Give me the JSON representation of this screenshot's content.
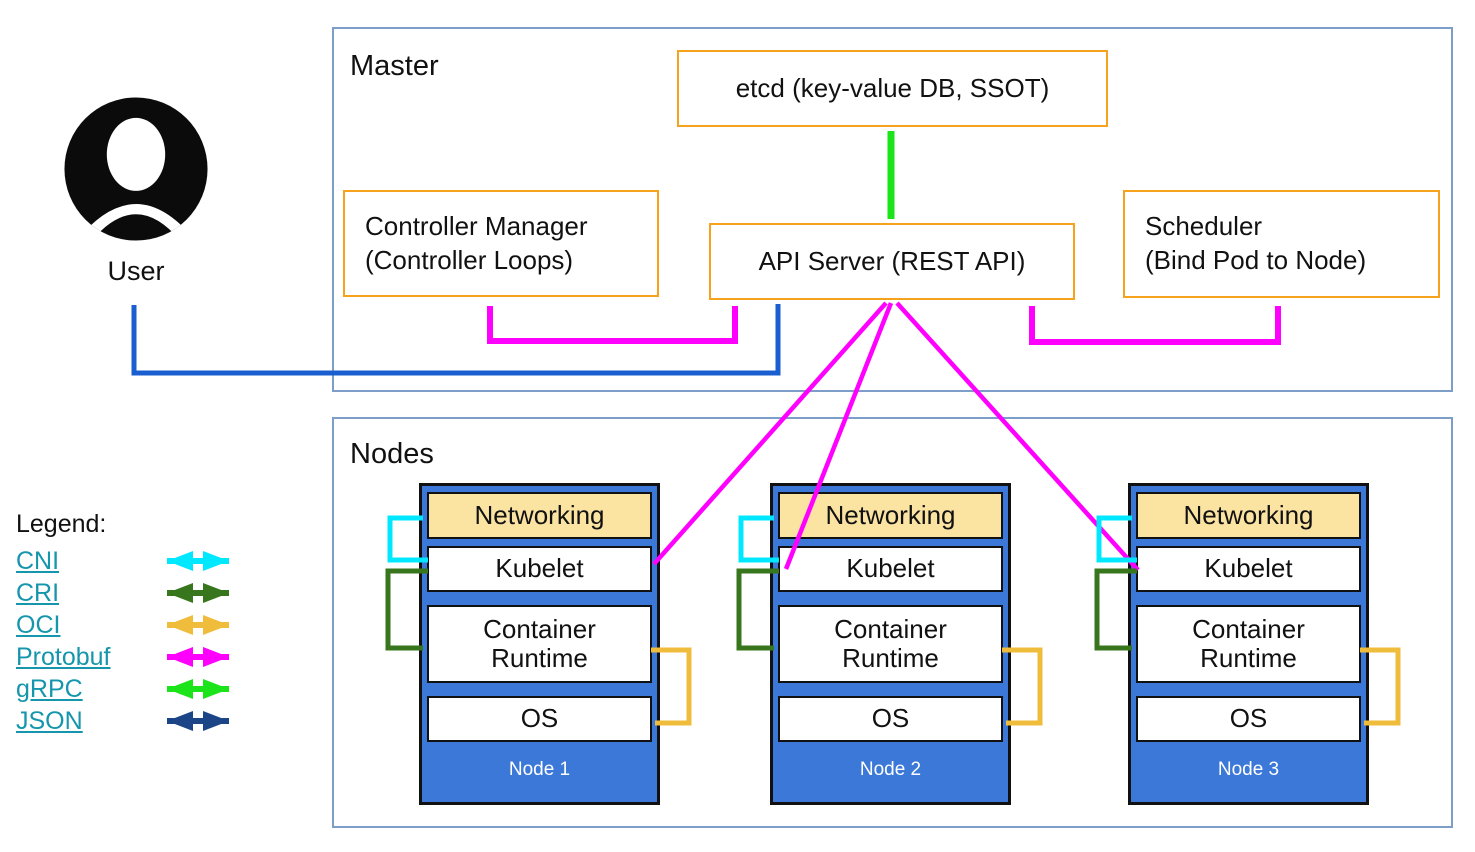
{
  "user": {
    "label": "User"
  },
  "master": {
    "label": "Master",
    "etcd_label": "etcd (key-value DB, SSOT)",
    "controller_manager": [
      "Controller Manager",
      "(Controller Loops)"
    ],
    "api_server_label": "API Server (REST API)",
    "scheduler": [
      "Scheduler",
      "(Bind Pod to Node)"
    ]
  },
  "nodes": {
    "label": "Nodes",
    "layers": [
      "Networking",
      "Kubelet",
      "Container Runtime",
      "OS"
    ],
    "items": [
      "Node 1",
      "Node 2",
      "Node 3"
    ]
  },
  "legend": {
    "label": "Legend:",
    "items": [
      {
        "label": "CNI",
        "color_key": "cni"
      },
      {
        "label": "CRI",
        "color_key": "cri"
      },
      {
        "label": "OCI",
        "color_key": "oci"
      },
      {
        "label": "Protobuf",
        "color_key": "protobuf"
      },
      {
        "label": "gRPC",
        "color_key": "grpc"
      },
      {
        "label": "JSON",
        "color_key": "json"
      }
    ]
  },
  "colors": {
    "cni": "#00E8FF",
    "cri": "#38761D",
    "oci": "#F0BC3C",
    "protobuf": "#FF00FF",
    "grpc": "#1BE41B",
    "json": "#1C4587",
    "user-flow": "#1A5FD0",
    "box-border": "#F6A21D",
    "frame-border": "#7D9EC9",
    "node-fill": "#3C78D8",
    "networking-fill": "#FBE3A2",
    "legend-link": "#1596AC"
  }
}
